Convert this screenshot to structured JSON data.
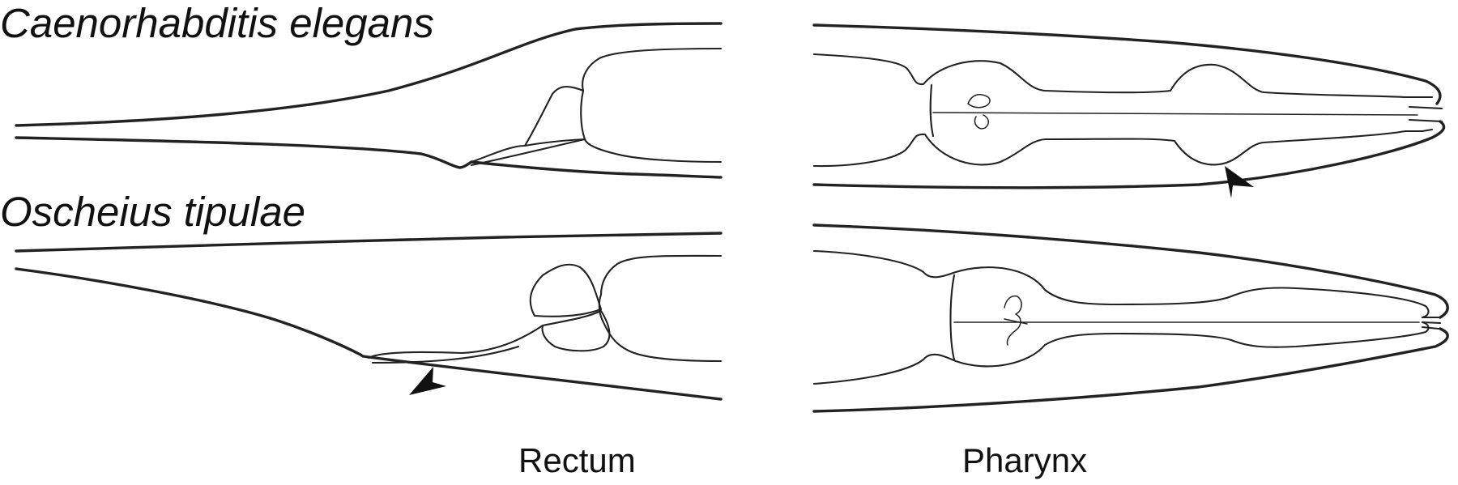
{
  "figure": {
    "species_top": "Caenorhabditis elegans",
    "species_bottom": "Oscheius tipulae",
    "panel_left": "Rectum",
    "panel_right": "Pharynx"
  }
}
